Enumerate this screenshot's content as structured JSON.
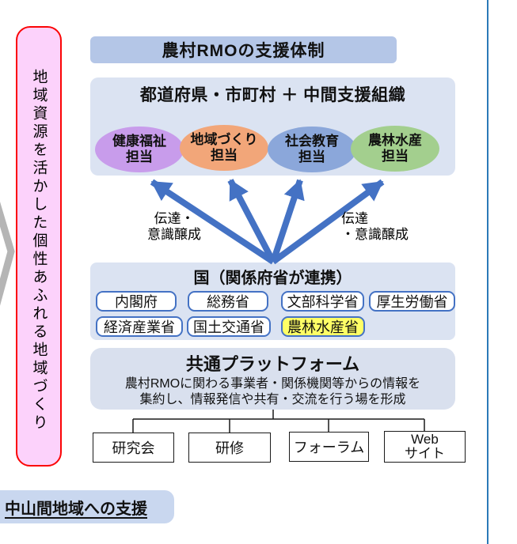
{
  "colors": {
    "arrow_blue": "#4472c4",
    "header_bg": "#b4c6e7",
    "section_bg": "#dbe3f2",
    "platform_bg": "#d9e0ee",
    "highlight_yellow": "#ffff66",
    "banner_pink": "#fcd2fb",
    "banner_border": "#fb0505",
    "bottom_bar_bg": "#c9d7ef",
    "page_line_blue": "#2b7ab8",
    "connector_gray": "#b5b5b5"
  },
  "left_banner": {
    "text": "地域資源を活かした個性あふれる地域づくり"
  },
  "header": {
    "title": "農村RMOの支援体制"
  },
  "prefecture_section": {
    "title": "都道府県・市町村 ＋ 中間支援組織",
    "roles": [
      {
        "label": "健康福祉\n担当",
        "color": "#c89ceb"
      },
      {
        "label": "地域づくり\n担当",
        "color": "#f2a679"
      },
      {
        "label": "社会教育\n担当",
        "color": "#8ba7da"
      },
      {
        "label": "農林水産\n担当",
        "color": "#a3cf8e"
      }
    ]
  },
  "arrow_labels": {
    "left": "伝達・\n意識醸成",
    "right": "伝達\n・意識醸成"
  },
  "government": {
    "title": "国（関係府省が連携）",
    "ministries": [
      {
        "label": "内閣府",
        "highlighted": false
      },
      {
        "label": "総務省",
        "highlighted": false
      },
      {
        "label": "文部科学省",
        "highlighted": false
      },
      {
        "label": "厚生労働省",
        "highlighted": false
      },
      {
        "label": "経済産業省",
        "highlighted": false
      },
      {
        "label": "国土交通省",
        "highlighted": false
      },
      {
        "label": "農林水産省",
        "highlighted": true
      }
    ]
  },
  "platform": {
    "title": "共通プラットフォーム",
    "description": "農村RMOに関わる事業者・関係機関等からの情報を\n集約し、情報発信や共有・交流を行う場を形成"
  },
  "activities": [
    "研究会",
    "研修",
    "フォーラム",
    "Web\nサイト"
  ],
  "bottom_bar": {
    "title": "中山間地域への支援"
  }
}
